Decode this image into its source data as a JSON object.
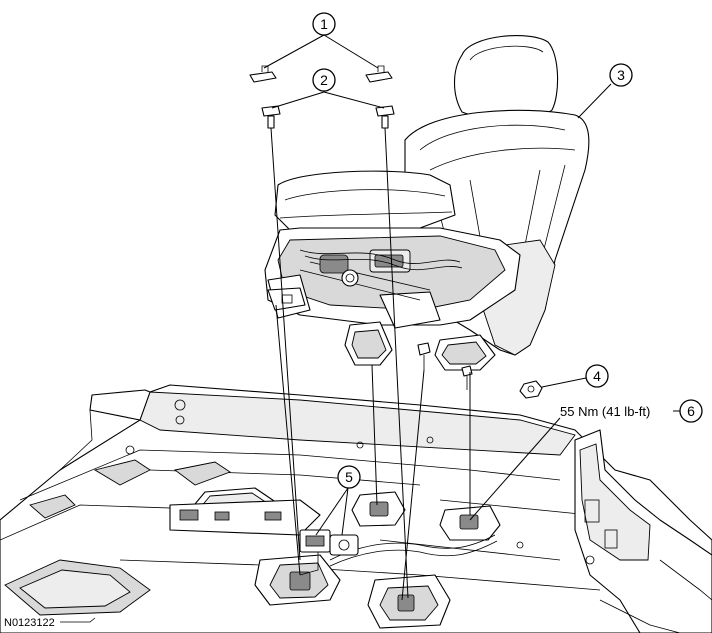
{
  "figure": {
    "id_label": "N0123122"
  },
  "callouts": [
    {
      "num": "1"
    },
    {
      "num": "2"
    },
    {
      "num": "3"
    },
    {
      "num": "4"
    },
    {
      "num": "5"
    },
    {
      "num": "6"
    }
  ],
  "torque_spec": "55 Nm (41 lb-ft)"
}
